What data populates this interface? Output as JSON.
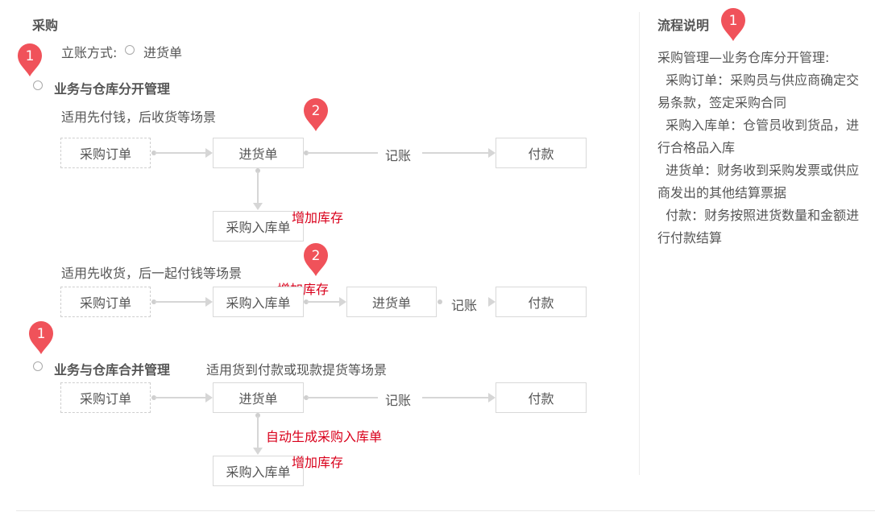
{
  "section": {
    "title": "采购"
  },
  "account_method": {
    "label": "立账方式:",
    "option": "进货单"
  },
  "mode_separate": {
    "label": "业务与仓库分开管理",
    "scenario1": {
      "desc": "适用先付钱，后收货等场景",
      "nodes": [
        "采购订单",
        "进货单",
        "记账",
        "付款"
      ],
      "below": "采购入库单",
      "note": "增加库存"
    },
    "scenario2": {
      "desc": "适用先收货，后一起付钱等场景",
      "nodes": [
        "采购订单",
        "采购入库单",
        "进货单",
        "记账",
        "付款"
      ],
      "note": "增加库存"
    }
  },
  "mode_merged": {
    "label": "业务与仓库合并管理",
    "desc": "适用货到付款或现款提货等场景",
    "nodes": [
      "采购订单",
      "进货单",
      "记账",
      "付款"
    ],
    "below": "采购入库单",
    "note_auto": "自动生成采购入库单",
    "note_stock": "增加库存"
  },
  "markers": [
    "1",
    "2",
    "2",
    "1",
    "1"
  ],
  "sidebar": {
    "title": "流程说明",
    "marker": "1",
    "lines": [
      "采购管理—业务仓库分开管理:",
      "  采购订单：采购员与供应商确定交易条款，签定采购合同",
      "  采购入库单：仓管员收到货品，进行合格品入库",
      "  进货单：财务收到采购发票或供应商发出的其他结算票据",
      "  付款：财务按照进货数量和金额进行付款结算"
    ]
  },
  "colors": {
    "marker": "#f0525a",
    "note_red": "#d9001b",
    "text": "#555555",
    "line": "#d6d6d6"
  }
}
